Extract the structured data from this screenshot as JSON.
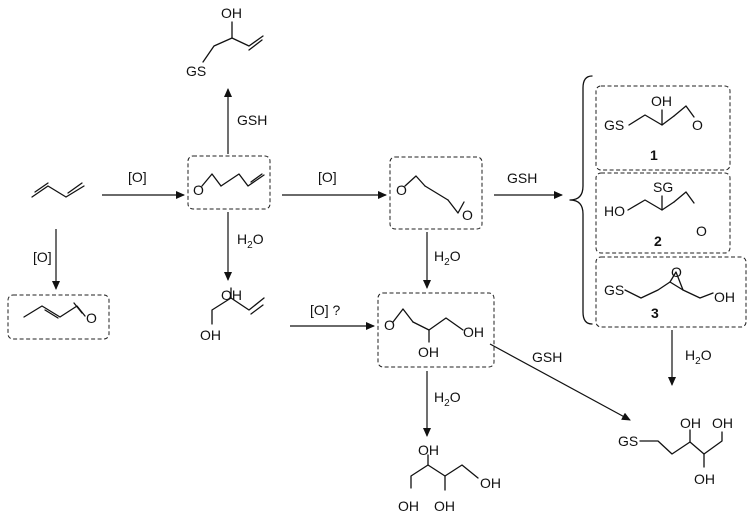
{
  "reagents": {
    "oxidation": "[O]",
    "oxidation_question": "[O] ?",
    "glutathione": "GSH",
    "water_main": "H",
    "water_sub": "2",
    "water_tail": "O"
  },
  "atoms": {
    "hydroxyl": "OH",
    "glutathione_conjugate_left": "GS",
    "glutathione_conjugate_right": "SG",
    "hydroxyl_left": "HO",
    "oxygen": "O"
  },
  "compound_numbers": {
    "c1": "1",
    "c2": "2",
    "c3": "3"
  }
}
